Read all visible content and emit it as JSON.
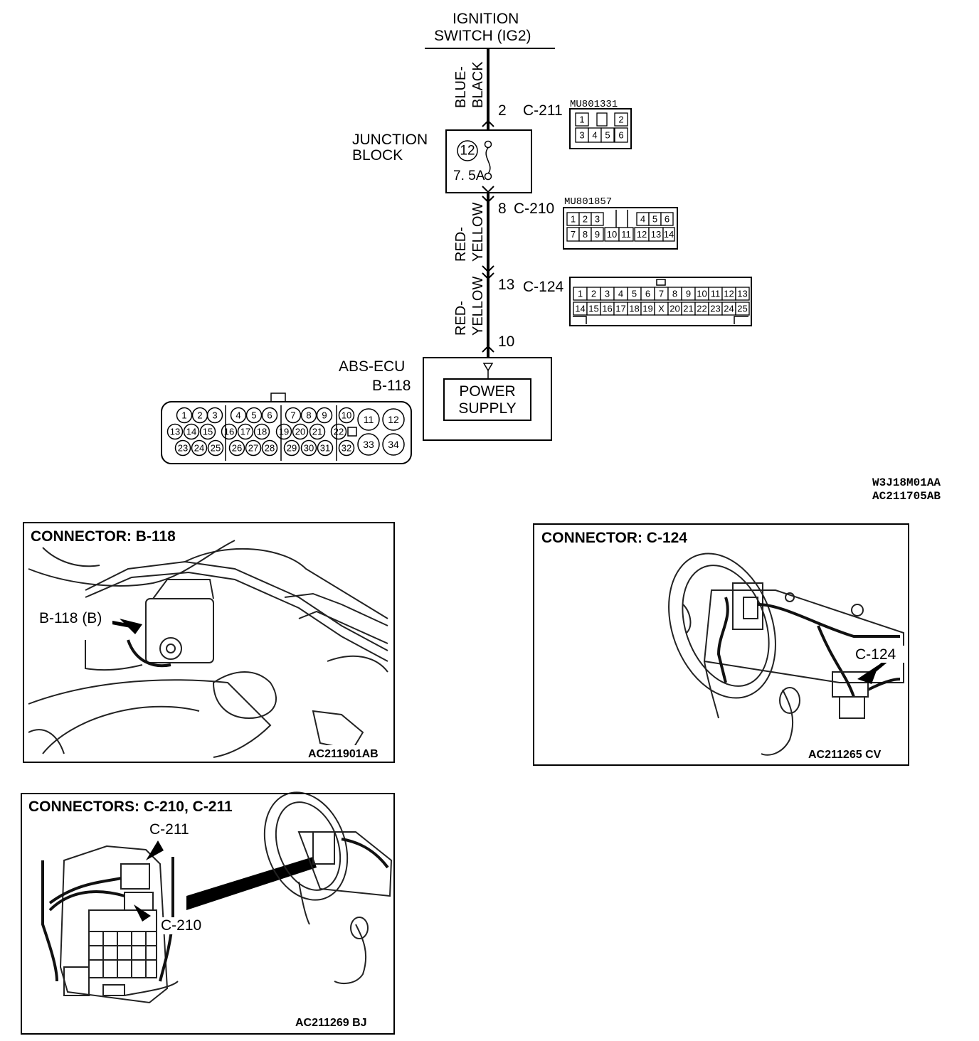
{
  "schematic": {
    "source": {
      "line1": "IGNITION",
      "line2": "SWITCH (IG2)"
    },
    "wires": {
      "upper": {
        "line1": "BLUE-",
        "line2": "BLACK"
      },
      "middle": {
        "line1": "RED-",
        "line2": "YELLOW"
      },
      "lower": {
        "line1": "RED-",
        "line2": "YELLOW"
      }
    },
    "junction_block": {
      "label_line1": "JUNCTION",
      "label_line2": "BLOCK",
      "fuse_number": "12",
      "fuse_rating": "7. 5A"
    },
    "pins": [
      {
        "pin": "2",
        "connector": "C-211"
      },
      {
        "pin": "8",
        "connector": "C-210"
      },
      {
        "pin": "13",
        "connector": "C-124"
      },
      {
        "pin": "10",
        "connector": ""
      }
    ],
    "ecu": {
      "label_line1": "ABS-ECU",
      "label_line2": "B-118",
      "block_line1": "POWER",
      "block_line2": "SUPPLY"
    },
    "connector_faces": {
      "c211": {
        "part": "MU801331",
        "row1": [
          "1",
          "",
          "2"
        ],
        "row2": [
          "3",
          "4",
          "5",
          "6"
        ]
      },
      "c210": {
        "part": "MU801857",
        "row1": [
          "1",
          "2",
          "3",
          "4",
          "5",
          "6"
        ],
        "row2": [
          "7",
          "8",
          "9",
          "10",
          "11",
          "12",
          "13",
          "14"
        ]
      },
      "c124": {
        "row1": [
          "1",
          "2",
          "3",
          "4",
          "5",
          "6",
          "7",
          "8",
          "9",
          "10",
          "11",
          "12",
          "13"
        ],
        "row2": [
          "14",
          "15",
          "16",
          "17",
          "18",
          "19",
          "X",
          "20",
          "21",
          "22",
          "23",
          "24",
          "25"
        ]
      },
      "b118": {
        "row1": [
          "1",
          "2",
          "3",
          "4",
          "5",
          "6",
          "7",
          "8",
          "9",
          "10",
          "11",
          "12"
        ],
        "row2": [
          "13",
          "14",
          "15",
          "16",
          "17",
          "18",
          "19",
          "20",
          "21",
          "22"
        ],
        "row3": [
          "23",
          "24",
          "25",
          "26",
          "27",
          "28",
          "29",
          "30",
          "31",
          "32",
          "33",
          "34"
        ]
      }
    },
    "figure_codes": {
      "line1": "W3J18M01AA",
      "line2": "AC211705AB"
    }
  },
  "panels": {
    "b118": {
      "title": "CONNECTOR: B-118",
      "callout": "B-118 (B)",
      "code": "AC211901AB"
    },
    "c124": {
      "title": "CONNECTOR: C-124",
      "callout": "C-124",
      "code": "AC211265 CV"
    },
    "c210_c211": {
      "title": "CONNECTORS: C-210, C-211",
      "callout_top": "C-211",
      "callout_bottom": "C-210",
      "code": "AC211269 BJ"
    }
  }
}
